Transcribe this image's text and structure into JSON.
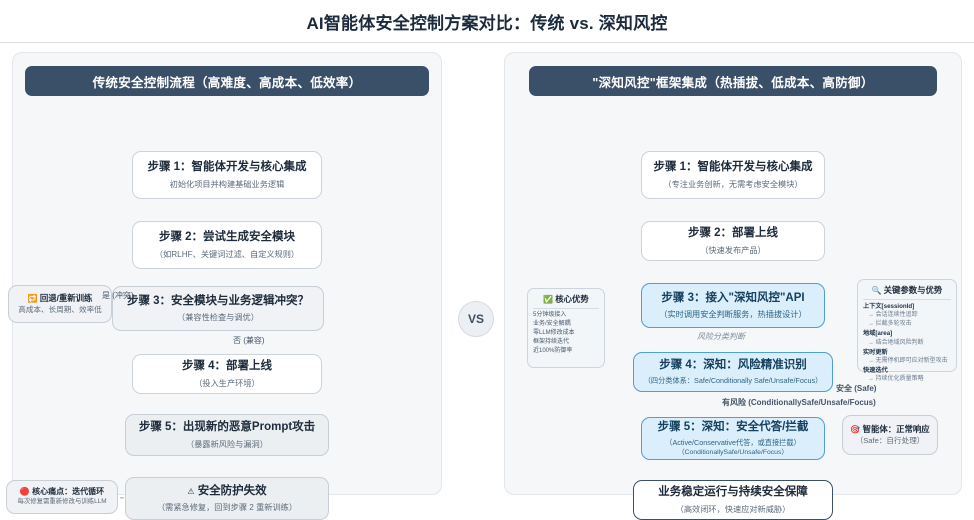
{
  "page": {
    "title": "AI智能体安全控制方案对比：传统 vs. 深知风控",
    "vs_badge": "VS"
  },
  "left_panel": {
    "header": "传统安全控制流程（高难度、高成本、低效率）",
    "nodes": [
      {
        "id": "l1",
        "title": "步骤 1：智能体开发与核心集成",
        "sub": "初始化项目并构建基础业务逻辑"
      },
      {
        "id": "l2",
        "title": "步骤 2：尝试生成安全模块",
        "sub": "（如RLHF、关键词过滤、自定义规则）"
      },
      {
        "id": "l3",
        "title": "步骤 3：安全模块与业务逻辑冲突？",
        "sub": "（兼容性检查与调优）"
      },
      {
        "id": "l4",
        "title": "步骤 4：部署上线",
        "sub": "（投入生产环境）"
      },
      {
        "id": "l5",
        "title": "步骤 5：出现新的恶意Prompt攻击",
        "sub": "（暴露新风险与漏洞）"
      },
      {
        "id": "l6",
        "title": "安全防护失效",
        "icon": "warning-icon",
        "icon_glyph": "⚠",
        "sub": "（需紧急修复，回到步骤 2 重新训练）"
      }
    ],
    "loop_node": {
      "icon_glyph": "🔁",
      "title": "回退/重新训练",
      "sub": "高成本、长周期、效率低"
    },
    "painpoint_node": {
      "icon_glyph": "🔴",
      "title": "核心痛点：迭代循环",
      "sub": "每次修复需重新修改与训练LLM"
    },
    "edge_labels": {
      "yes": "是 (冲突)",
      "no": "否 (兼容)"
    }
  },
  "right_panel": {
    "header": "\"深知风控\"框架集成（热插拔、低成本、高防御）",
    "nodes": [
      {
        "id": "r1",
        "title": "步骤 1：智能体开发与核心集成",
        "sub": "（专注业务创新，无需考虑安全模块）"
      },
      {
        "id": "r2",
        "title": "步骤 2：部署上线",
        "sub": "（快速发布产品）"
      },
      {
        "id": "r3",
        "title": "步骤 3：接入\"深知风控\"API",
        "sub": "（实时调用安全判断服务，热插拔设计）"
      },
      {
        "id": "r4",
        "title": "步骤 4：深知：风险精准识别",
        "sub": "（四分类体系：Safe/Conditionally Safe/Unsafe/Focus）"
      },
      {
        "id": "r5",
        "title": "步骤 5：深知：安全代答/拦截",
        "sub": "（Active/Conservative代答，或直接拦截）",
        "sub2": "（ConditionallySafe/Unsafe/Focus）"
      },
      {
        "id": "r7",
        "title": "业务稳定运行与持续安全保障",
        "sub": "（高效闭环，快速应对新威胁）"
      }
    ],
    "agent_node": {
      "icon_glyph": "🎯",
      "title": "智能体：正常响应",
      "sub": "（Safe：自行处理）"
    },
    "edge_labels": {
      "classify": "风险分类判断",
      "safe": "安全 (Safe)",
      "risky": "有风险 (ConditionallySafe/Unsafe/Focus)"
    },
    "advantage_card": {
      "icon_glyph": "✅",
      "title": "核心优势",
      "items": [
        "5分钟级接入",
        "业务/安全解耦",
        "零LLM修改成本",
        "框架持续迭代",
        "近100%防御率"
      ]
    },
    "params_card": {
      "icon_glyph": "🔍",
      "title": "关键参数与优势",
      "groups": [
        {
          "head": "上下文[sessionId]",
          "items": [
            "→ 会话连续性追踪",
            "→ 拦截多轮攻击"
          ]
        },
        {
          "head": "地域[area]",
          "items": [
            "→ 结合地域风险判断"
          ]
        },
        {
          "head": "实时更新",
          "items": [
            "→ 无需停机即可应对新型攻击"
          ]
        },
        {
          "head": "快速迭代",
          "items": [
            "→ 持续优化质量策略"
          ]
        }
      ]
    }
  },
  "colors": {
    "header_bg": "#3a5068",
    "blue_node_bg": "#dbeefb",
    "blue_node_border": "#4e9fd4",
    "page_bg": "#ffffff"
  }
}
